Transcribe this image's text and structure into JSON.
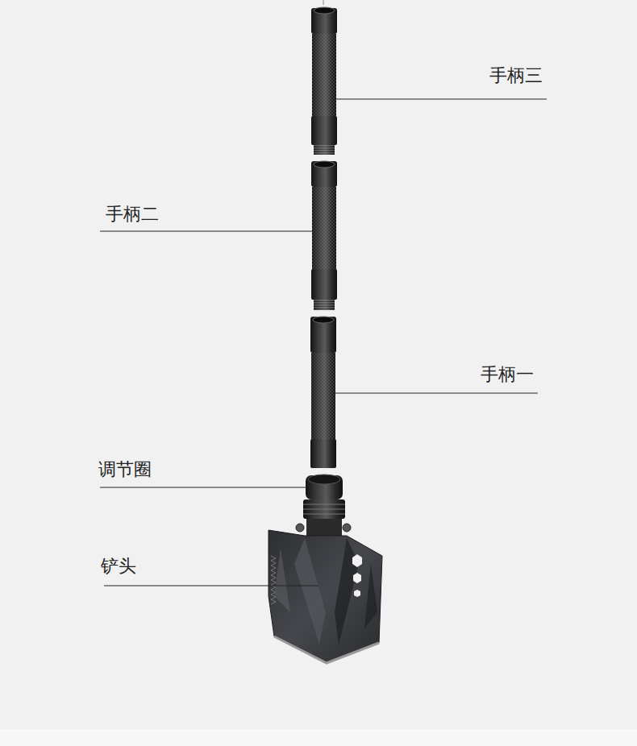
{
  "diagram": {
    "labels": [
      "手柄三",
      "手柄二",
      "手柄一",
      "调节圈",
      "铲头"
    ]
  }
}
